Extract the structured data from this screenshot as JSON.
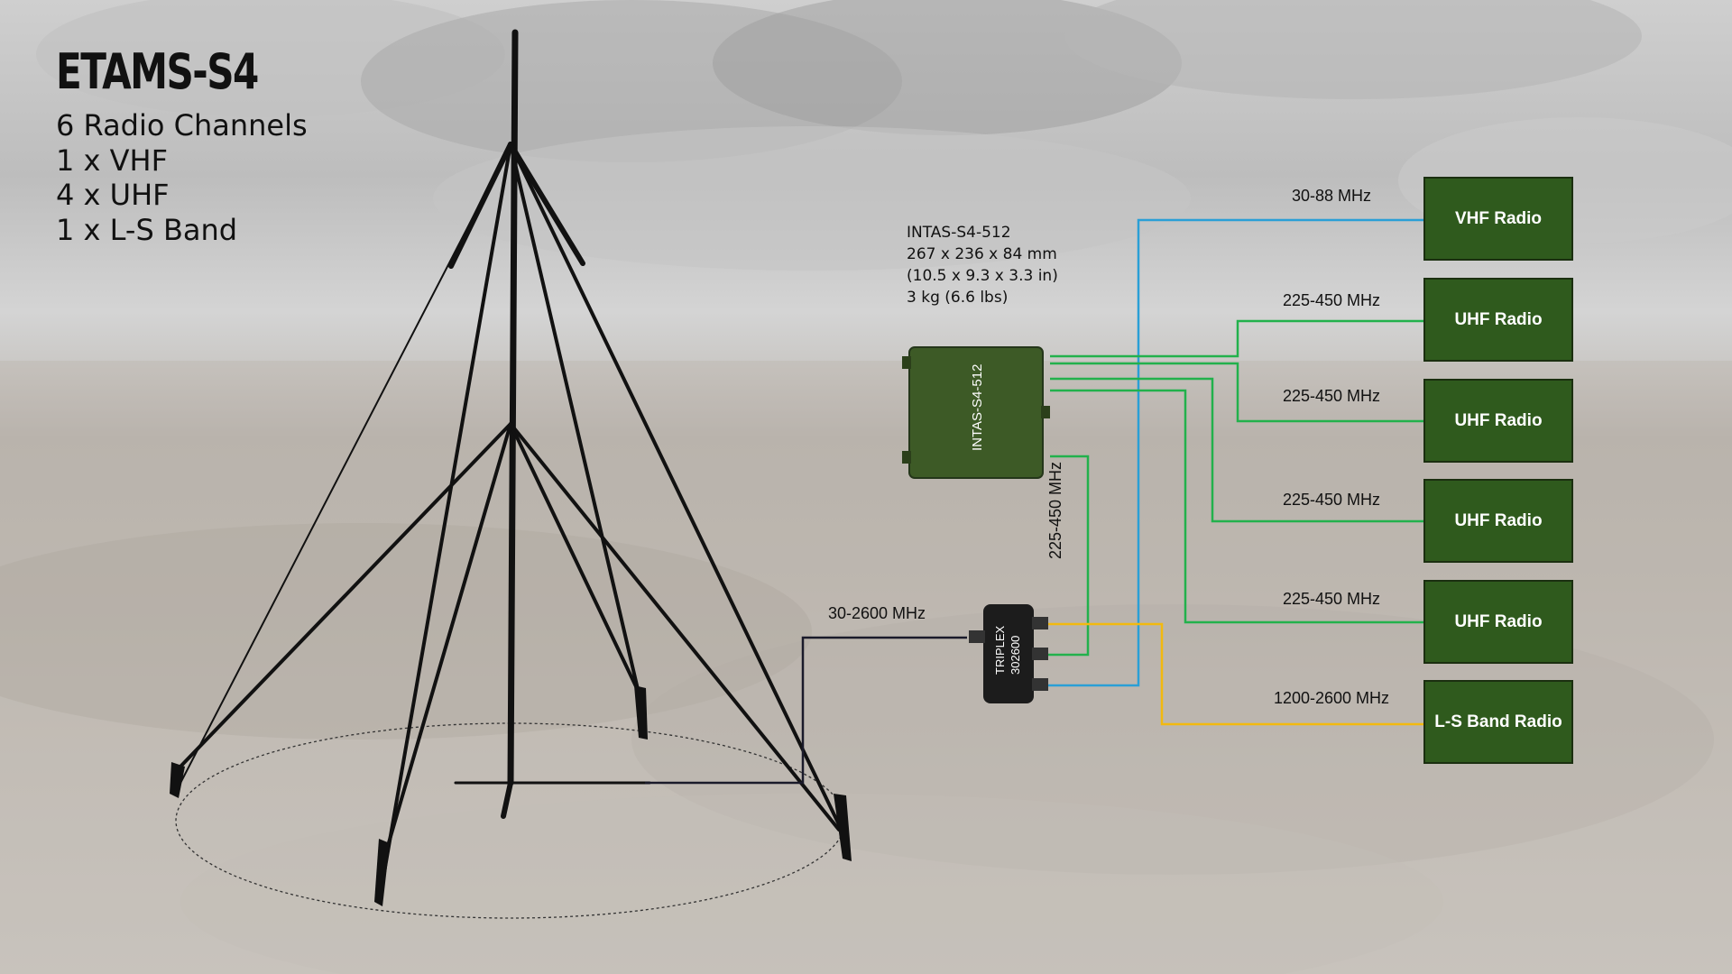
{
  "title": "ETAMS-S4",
  "specs": [
    "6 Radio Channels",
    "1 x VHF",
    "4 x UHF",
    "1 x L-S Band"
  ],
  "unit_info": [
    "INTAS-S4-512",
    "267 x 236 x 84 mm",
    "(10.5 x 9.3 x 3.3 in)",
    "3 kg (6.6 lbs)"
  ],
  "unit_label": "INTAS-S4-512",
  "triplex_label": [
    "TRIPLEX",
    "302600"
  ],
  "antenna_feed_freq": "30-2600 MHz",
  "uhf_trunk_freq": "225-450 MHz",
  "radios": [
    {
      "label": "VHF Radio",
      "freq": "30-88 MHz",
      "color": "#2a9fd6"
    },
    {
      "label": "UHF Radio",
      "freq": "225-450 MHz",
      "color": "#22b14c"
    },
    {
      "label": "UHF Radio",
      "freq": "225-450 MHz",
      "color": "#22b14c"
    },
    {
      "label": "UHF Radio",
      "freq": "225-450 MHz",
      "color": "#22b14c"
    },
    {
      "label": "UHF Radio",
      "freq": "225-450 MHz",
      "color": "#22b14c"
    },
    {
      "label": "L-S Band Radio",
      "freq": "1200-2600 MHz",
      "color": "#f2b90f"
    }
  ],
  "colors": {
    "box_green": "#2f5a1d",
    "vhf": "#2a9fd6",
    "uhf": "#22b14c",
    "ls": "#f2b90f",
    "feed": "#1a1a2a"
  }
}
